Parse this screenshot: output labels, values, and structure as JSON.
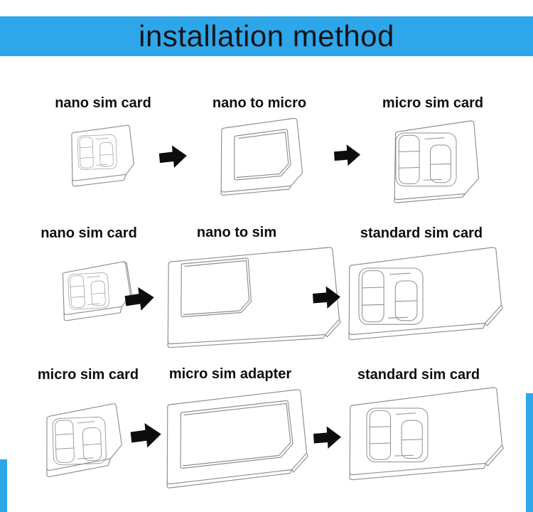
{
  "header": {
    "title": "installation method",
    "bg_color": "#2ea6ea",
    "text_color": "#141414"
  },
  "rows": [
    {
      "left": {
        "label": "nano sim card"
      },
      "middle": {
        "label": "nano to micro"
      },
      "right": {
        "label": "micro sim card"
      }
    },
    {
      "left": {
        "label": "nano sim card"
      },
      "middle": {
        "label": "nano to sim"
      },
      "right": {
        "label": "standard sim card"
      }
    },
    {
      "left": {
        "label": "micro sim card"
      },
      "middle": {
        "label": "micro sim adapter"
      },
      "right": {
        "label": "standard sim card"
      }
    }
  ],
  "colors": {
    "sketch_stroke": "#8e8e8e",
    "arrow_fill": "#0d0d0d",
    "edge_bar": "#2ea6ea",
    "background": "#ffffff"
  }
}
